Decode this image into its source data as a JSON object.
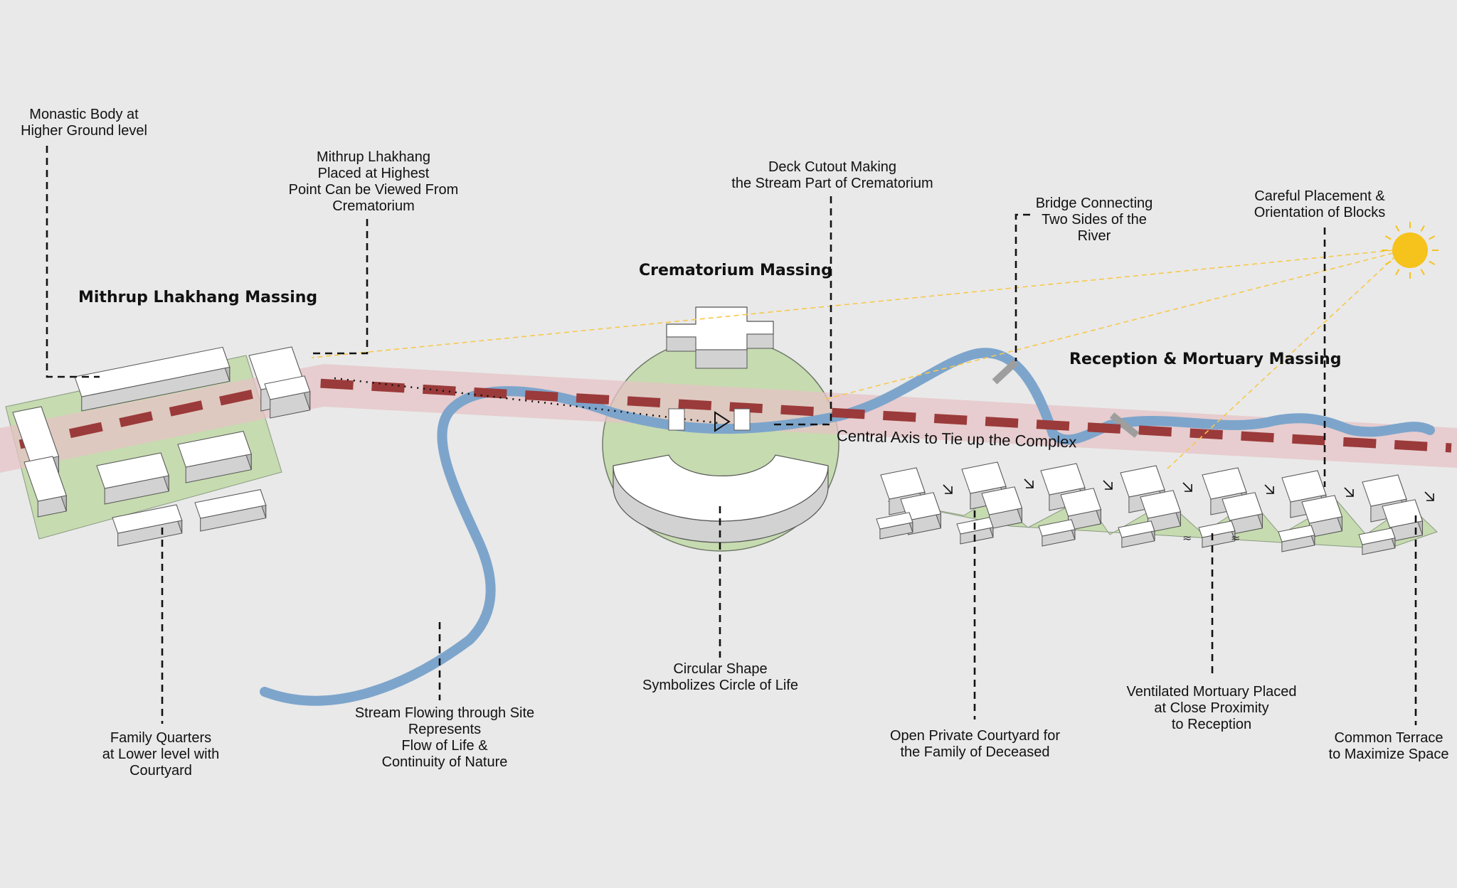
{
  "titles": {
    "mithrup": "Mithrup Lhakhang Massing",
    "crematorium": "Crematorium Massing",
    "reception": "Reception & Mortuary Massing"
  },
  "labels": {
    "monastic": "Monastic Body at\nHigher Ground level",
    "mithrup_placed": "Mithrup Lhakhang\nPlaced at Highest\nPoint Can be Viewed From\nCrematorium",
    "deck_cutout": "Deck Cutout Making\nthe Stream Part of Crematorium",
    "bridge": "Bridge Connecting\nTwo Sides of the\nRiver",
    "careful": "Careful Placement &\nOrientation of Blocks",
    "central_axis": "Central Axis to Tie up the Complex",
    "family_quarters": "Family Quarters\nat Lower level with\nCourtyard",
    "stream": "Stream Flowing through Site\nRepresents\nFlow of Life &\nContinuity of Nature",
    "circular": "Circular Shape\nSymbolizes Circle of Life",
    "open_courtyard": "Open Private Courtyard for\nthe Family of Deceased",
    "ventilated": "Ventilated Mortuary Placed\nat Close Proximity\nto Reception",
    "common_terrace": "Common Terrace\nto Maximize Space"
  },
  "colors": {
    "background": "#e9e9e9",
    "site_green": "#c6dbb0",
    "stream_blue": "#7da5cc",
    "axis_red": "#9b3a3a",
    "axis_band": "#e6c3c6",
    "sun": "#f6c21c",
    "sun_rays": "#f7c84a",
    "block_top": "#ffffff",
    "block_side": "#d2d2d2",
    "leader_line": "#111111"
  },
  "icons": {
    "sun": "sun-icon"
  }
}
